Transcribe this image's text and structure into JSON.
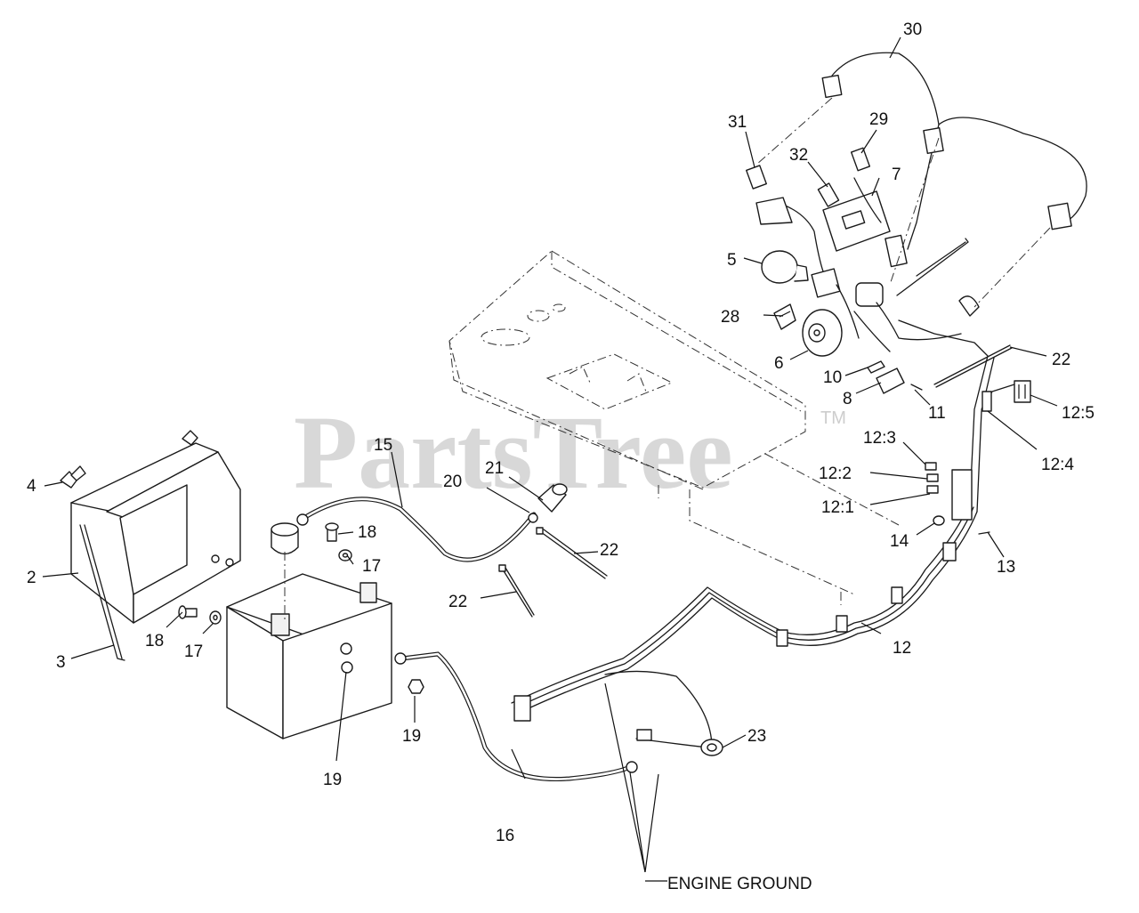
{
  "watermark": {
    "brand": "PartsTree",
    "trademark": "TM"
  },
  "note": "ENGINE GROUND",
  "callouts": {
    "c2": "2",
    "c3": "3",
    "c4": "4",
    "c5": "5",
    "c6": "6",
    "c7": "7",
    "c8": "8",
    "c10": "10",
    "c11": "11",
    "c12": "12",
    "c12_1": "12:1",
    "c12_2": "12:2",
    "c12_3": "12:3",
    "c12_4": "12:4",
    "c12_5": "12:5",
    "c13": "13",
    "c14": "14",
    "c15": "15",
    "c16": "16",
    "c17a": "17",
    "c17b": "17",
    "c18a": "18",
    "c18b": "18",
    "c19a": "19",
    "c19b": "19",
    "c20": "20",
    "c21": "21",
    "c22a": "22",
    "c22b": "22",
    "c22c": "22",
    "c23": "23",
    "c28": "28",
    "c29": "29",
    "c30": "30",
    "c31": "31",
    "c32": "32"
  }
}
